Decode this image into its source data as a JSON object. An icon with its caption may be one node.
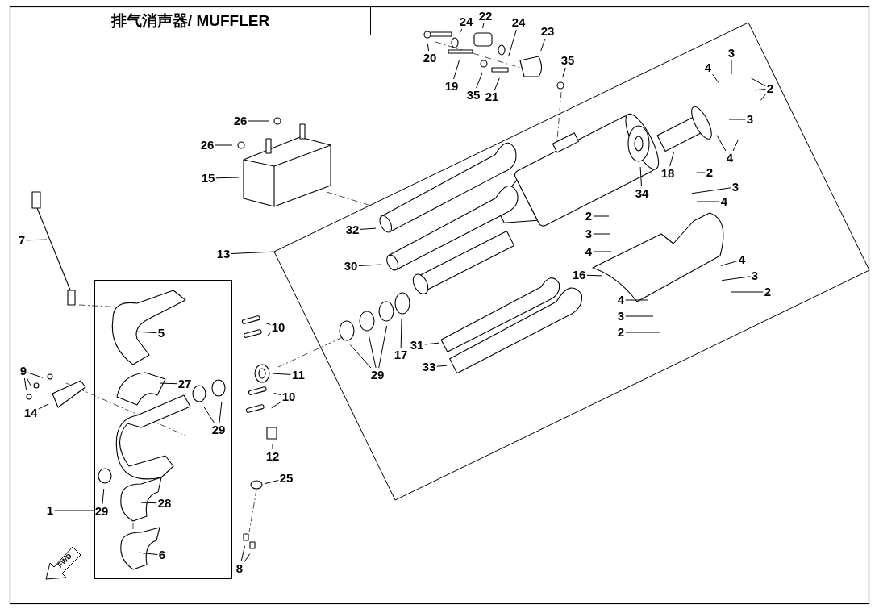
{
  "diagram": {
    "title": "排气消声器/ MUFFLER",
    "nodes": [
      {
        "text": [],
        "shape": "box"
      },
      {
        "text": [],
        "shape": "box"
      },
      {
        "text": [
          "22"
        ]
      },
      {
        "text": [
          "24"
        ]
      },
      {
        "text": [
          "24"
        ]
      },
      {
        "text": [
          "23"
        ]
      },
      {
        "text": [
          "20"
        ]
      },
      {
        "text": [
          "35"
        ]
      },
      {
        "text": [
          "3"
        ],
        "in": 1
      },
      {
        "text": [
          "4"
        ],
        "in": 1
      },
      {
        "text": [
          "2"
        ],
        "in": 1
      },
      {
        "text": [
          "19"
        ]
      },
      {
        "text": [
          "35"
        ]
      },
      {
        "text": [
          "21"
        ]
      },
      {
        "text": [
          "3"
        ],
        "in": 1
      },
      {
        "text": [
          "26"
        ]
      },
      {
        "text": [
          "4"
        ],
        "in": 1
      },
      {
        "text": [
          "26"
        ]
      },
      {
        "text": [
          "18"
        ],
        "in": 1
      },
      {
        "text": [
          "15"
        ]
      },
      {
        "text": [
          "2"
        ],
        "in": 1
      },
      {
        "text": [
          "3"
        ],
        "in": 1
      },
      {
        "text": [
          "34"
        ],
        "in": 1
      },
      {
        "text": [
          "4"
        ],
        "in": 1
      },
      {
        "text": [
          "2"
        ],
        "in": 1
      },
      {
        "text": [
          "3"
        ],
        "in": 1
      },
      {
        "text": [
          "4"
        ],
        "in": 1
      },
      {
        "text": [
          "32"
        ],
        "in": 1
      },
      {
        "text": [
          "7"
        ]
      },
      {
        "text": [
          "13"
        ]
      },
      {
        "text": [
          "4"
        ],
        "in": 1
      },
      {
        "text": [
          "30"
        ],
        "in": 1
      },
      {
        "text": [
          "3"
        ],
        "in": 1
      },
      {
        "text": [
          "16"
        ],
        "in": 1
      },
      {
        "text": [
          "2"
        ],
        "in": 1
      },
      {
        "text": [
          "4"
        ],
        "in": 1
      },
      {
        "text": [
          "3"
        ],
        "in": 1
      },
      {
        "text": [
          "2"
        ],
        "in": 1
      },
      {
        "text": [
          "10"
        ]
      },
      {
        "text": [
          "5"
        ],
        "in": 0
      },
      {
        "text": [
          "31"
        ],
        "in": 1
      },
      {
        "text": [
          "17"
        ],
        "in": 1
      },
      {
        "text": [
          "33"
        ],
        "in": 1
      },
      {
        "text": [
          "9"
        ]
      },
      {
        "text": [
          "11"
        ]
      },
      {
        "text": [
          "29"
        ],
        "in": 1
      },
      {
        "text": [
          "27"
        ],
        "in": 0
      },
      {
        "text": [
          "10"
        ]
      },
      {
        "text": [
          "14"
        ]
      },
      {
        "text": [
          "29"
        ],
        "in": 0
      },
      {
        "text": [
          "12"
        ]
      },
      {
        "text": [
          "25"
        ]
      },
      {
        "text": [
          "28"
        ],
        "in": 0
      },
      {
        "text": [
          "1"
        ]
      },
      {
        "text": [
          "29"
        ],
        "in": 0
      },
      {
        "text": [
          "6"
        ],
        "in": 0
      },
      {
        "text": [
          "8"
        ]
      }
    ],
    "edges": [
      {
        "from": 2,
        "to": null,
        "arrow": "none"
      },
      {
        "from": 3,
        "to": null,
        "arrow": "none"
      },
      {
        "from": 4,
        "to": null,
        "arrow": "none"
      },
      {
        "from": 5,
        "to": null,
        "arrow": "none"
      },
      {
        "from": 6,
        "to": null,
        "arrow": "none"
      },
      {
        "from": 7,
        "to": null,
        "arrow": "none"
      },
      {
        "from": 8,
        "to": null,
        "arrow": "none"
      },
      {
        "from": 9,
        "to": null,
        "arrow": "none"
      },
      {
        "from": 10,
        "to": null,
        "arrow": "none"
      },
      {
        "from": 10,
        "to": null,
        "arrow": "none"
      },
      {
        "from": 10,
        "to": null,
        "arrow": "none"
      },
      {
        "from": 11,
        "to": null,
        "arrow": "none"
      },
      {
        "from": 12,
        "to": null,
        "arrow": "none"
      },
      {
        "from": 13,
        "to": null,
        "arrow": "none"
      },
      {
        "from": 14,
        "to": null,
        "arrow": "none"
      },
      {
        "from": 15,
        "to": null,
        "arrow": "none"
      },
      {
        "from": 16,
        "to": null,
        "arrow": "none"
      },
      {
        "from": 16,
        "to": null,
        "arrow": "none"
      },
      {
        "from": 17,
        "to": null,
        "arrow": "none"
      },
      {
        "from": 18,
        "to": null,
        "arrow": "none"
      },
      {
        "from": 19,
        "to": null,
        "arrow": "none"
      },
      {
        "from": 20,
        "to": null,
        "arrow": "none"
      },
      {
        "from": 21,
        "to": null,
        "arrow": "none"
      },
      {
        "from": 22,
        "to": null,
        "arrow": "none"
      },
      {
        "from": 23,
        "to": null,
        "arrow": "none"
      },
      {
        "from": 24,
        "to": null,
        "arrow": "none"
      },
      {
        "from": 25,
        "to": null,
        "arrow": "none"
      },
      {
        "from": 26,
        "to": null,
        "arrow": "none"
      },
      {
        "from": 27,
        "to": null,
        "arrow": "none"
      },
      {
        "from": 28,
        "to": null,
        "arrow": "none"
      },
      {
        "from": 29,
        "to": 1,
        "arrow": "none"
      },
      {
        "from": 30,
        "to": null,
        "arrow": "none"
      },
      {
        "from": 31,
        "to": null,
        "arrow": "none"
      },
      {
        "from": 32,
        "to": null,
        "arrow": "none"
      },
      {
        "from": 33,
        "to": null,
        "arrow": "none"
      },
      {
        "from": 34,
        "to": null,
        "arrow": "none"
      },
      {
        "from": 35,
        "to": null,
        "arrow": "none"
      },
      {
        "from": 36,
        "to": null,
        "arrow": "none"
      },
      {
        "from": 37,
        "to": null,
        "arrow": "none"
      },
      {
        "from": 38,
        "to": null,
        "arrow": "none"
      },
      {
        "from": 38,
        "to": null,
        "arrow": "none"
      },
      {
        "from": 39,
        "to": null,
        "arrow": "none"
      },
      {
        "from": 40,
        "to": null,
        "arrow": "none"
      },
      {
        "from": 41,
        "to": null,
        "arrow": "none"
      },
      {
        "from": 42,
        "to": null,
        "arrow": "none"
      },
      {
        "from": 43,
        "to": null,
        "arrow": "none"
      },
      {
        "from": 43,
        "to": null,
        "arrow": "none"
      },
      {
        "from": 43,
        "to": null,
        "arrow": "none"
      },
      {
        "from": 44,
        "to": null,
        "arrow": "none"
      },
      {
        "from": 45,
        "to": null,
        "arrow": "none"
      },
      {
        "from": 45,
        "to": null,
        "arrow": "none"
      },
      {
        "from": 45,
        "to": null,
        "arrow": "none"
      },
      {
        "from": 46,
        "to": null,
        "arrow": "none"
      },
      {
        "from": 47,
        "to": null,
        "arrow": "none"
      },
      {
        "from": 47,
        "to": null,
        "arrow": "none"
      },
      {
        "from": 48,
        "to": null,
        "arrow": "none"
      },
      {
        "from": 49,
        "to": null,
        "arrow": "none"
      },
      {
        "from": 49,
        "to": null,
        "arrow": "none"
      },
      {
        "from": 50,
        "to": null,
        "arrow": "none"
      },
      {
        "from": 51,
        "to": null,
        "arrow": "none"
      },
      {
        "from": 52,
        "to": null,
        "arrow": "none"
      },
      {
        "from": 53,
        "to": 0,
        "arrow": "none"
      },
      {
        "from": 54,
        "to": null,
        "arrow": "none"
      },
      {
        "from": 55,
        "to": null,
        "arrow": "none"
      },
      {
        "from": 56,
        "to": null,
        "arrow": "none"
      },
      {
        "from": 56,
        "to": null,
        "arrow": "none"
      }
    ],
    "labels": [
      "FWD"
    ]
  }
}
